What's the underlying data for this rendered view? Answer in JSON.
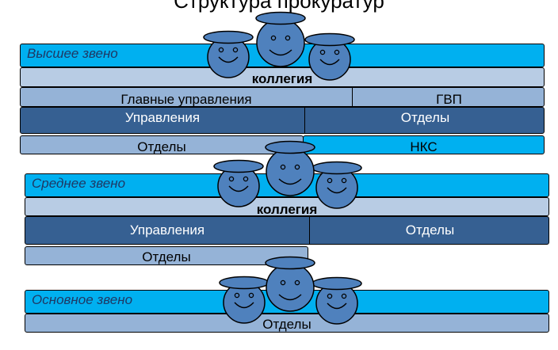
{
  "title": "Структура прокуратур",
  "top": {
    "level": "Высшее звено",
    "board": "коллегия",
    "row1": [
      "Главные управления",
      "ГВП"
    ],
    "row2": [
      "Управления",
      "Отделы"
    ],
    "row3": [
      "Отделы",
      "НКС"
    ]
  },
  "middle": {
    "level": "Среднее звено",
    "board": "коллегия",
    "row1": [
      "Управления",
      "Отделы"
    ],
    "row2": "Отделы"
  },
  "base": {
    "level": "Основное звено",
    "row1": "Отделы"
  },
  "colors": {
    "level_bar": "#00B0F0",
    "light_bar": "#B8CCE4",
    "medium_bar": "#95B3D7",
    "dark_bar": "#366092",
    "face": "#4F81BD"
  }
}
